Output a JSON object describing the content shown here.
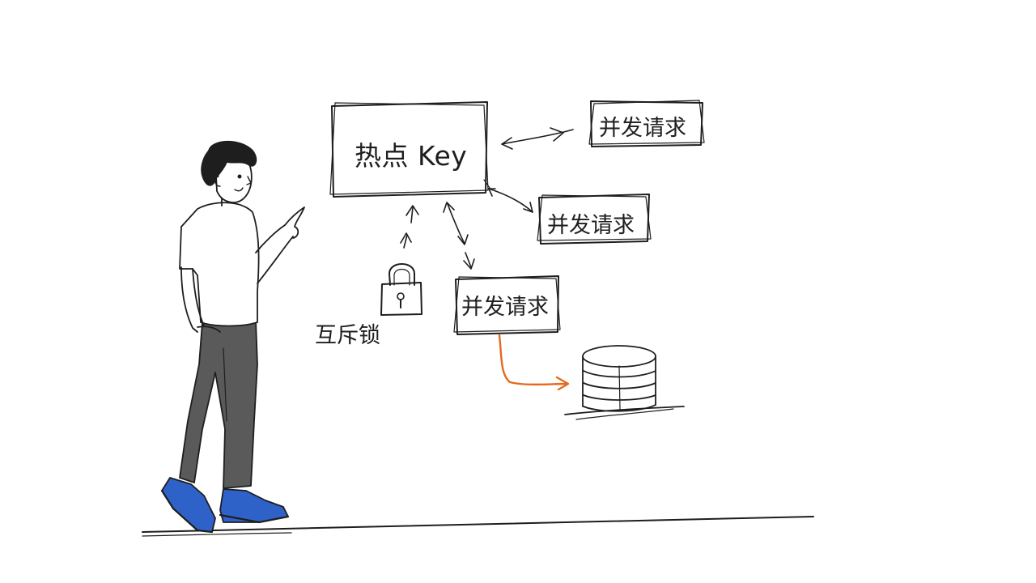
{
  "diagram": {
    "hot_key": {
      "label": "热点 Key"
    },
    "requests": [
      {
        "label": "并发请求"
      },
      {
        "label": "并发请求"
      },
      {
        "label": "并发请求"
      }
    ],
    "mutex_lock": {
      "label": "互斥锁",
      "icon": "padlock-icon"
    },
    "database": {
      "icon": "database-icon"
    },
    "person": {
      "icon": "person-pointing-illustration"
    },
    "colors": {
      "ink": "#1e1e1e",
      "accent_arrow": "#e46a1e",
      "shoes": "#2f62c9",
      "pants": "#5a5a5a"
    }
  }
}
